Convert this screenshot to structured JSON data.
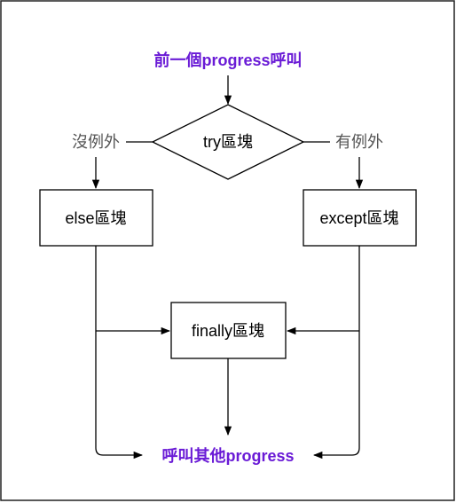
{
  "diagram": {
    "start": "前一個progress呼叫",
    "decision": "try區塊",
    "branch_no_exception": "沒例外",
    "branch_exception": "有例外",
    "else_block": "else區塊",
    "except_block": "except區塊",
    "finally_block": "finally區塊",
    "end": "呼叫其他progress"
  },
  "colors": {
    "terminal_text": "#6a1bd6",
    "edge_label_text": "#555555",
    "stroke": "#000000"
  }
}
